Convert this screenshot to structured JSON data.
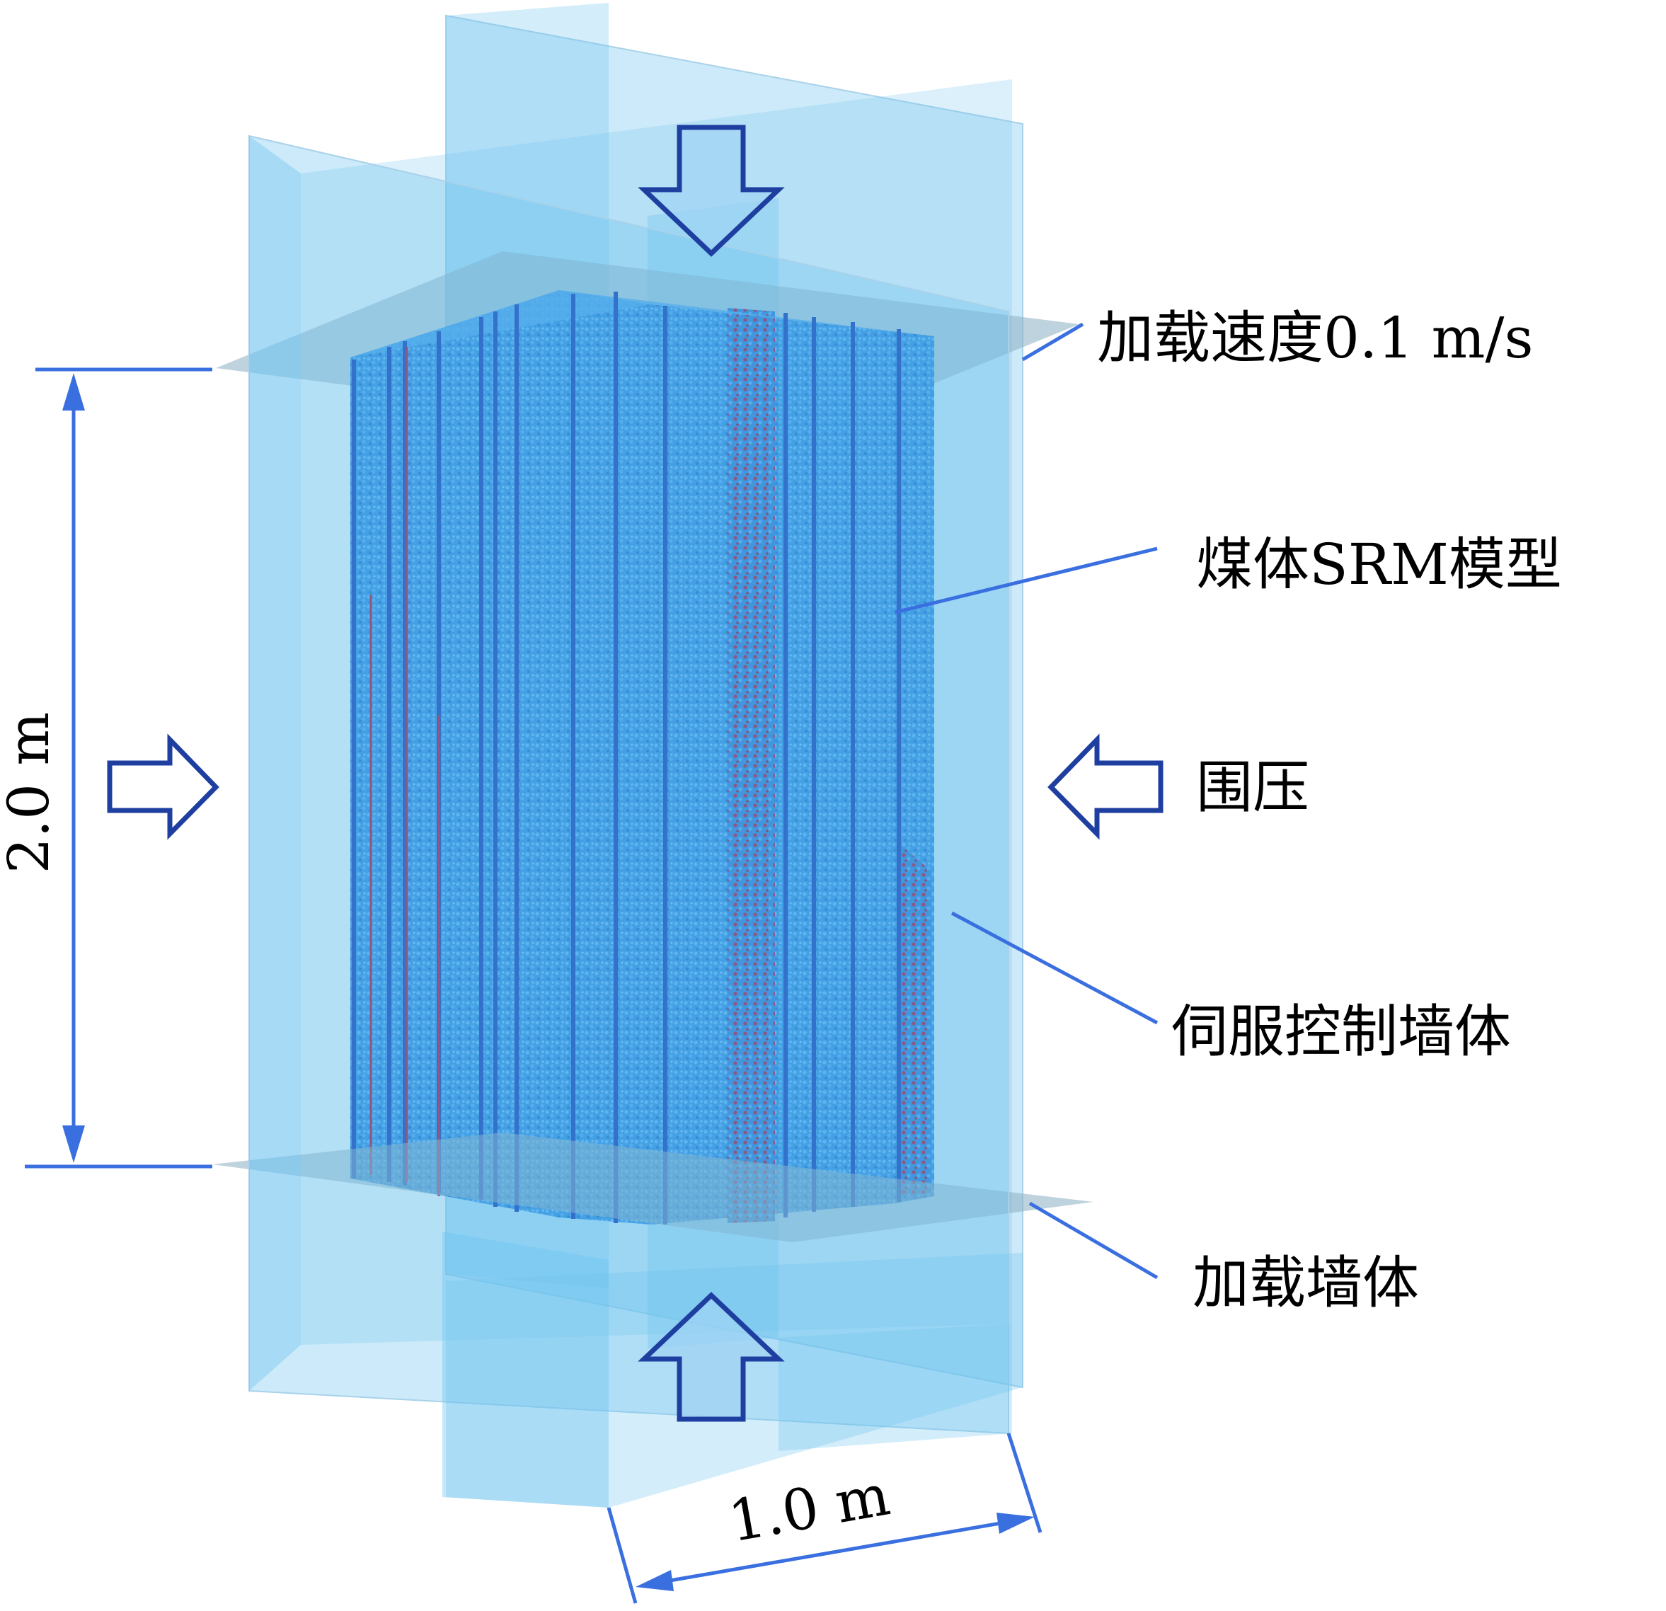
{
  "labels": {
    "loading_speed": "加载速度0.1 m/s",
    "coal_srm_model": "煤体SRM模型",
    "confining_pressure": "围压",
    "servo_wall": "伺服控制墙体",
    "loading_wall": "加载墙体"
  },
  "dimensions": {
    "height": "2.0 m",
    "width": "1.0 m"
  },
  "colors": {
    "wall_fill": "#6ec3ef",
    "plate_fill": "#8aaec2",
    "model_blue": "#2f8ee0",
    "model_dark_stripe": "#1646b8",
    "crack_red": "#a0204a",
    "arrow_stroke": "#1e3fa0",
    "leader_line": "#3a6fe0",
    "dimension_line": "#3a6fe0"
  },
  "icons": [
    "arrow-down-icon",
    "arrow-up-icon",
    "arrow-right-icon",
    "arrow-left-icon"
  ]
}
